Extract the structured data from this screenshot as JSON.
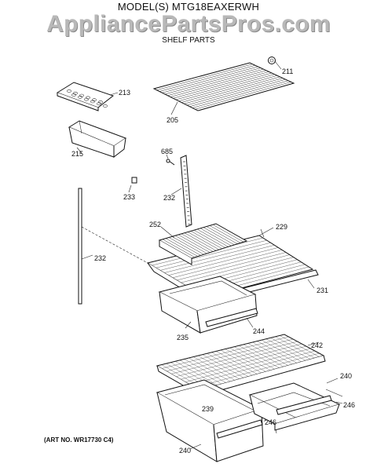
{
  "header": {
    "model": "MODEL(S) MTG18EAXERWH",
    "site": "AppliancePartsPros.com",
    "section": "SHELF PARTS"
  },
  "footer": {
    "art_no": "(ART NO. WR17730 C4)"
  },
  "parts": [
    {
      "id": "p211",
      "number": "211",
      "icon": "shelf-end-cap"
    },
    {
      "id": "p205",
      "number": "205",
      "icon": "wire-shelf"
    },
    {
      "id": "p213",
      "number": "213",
      "icon": "egg-tray"
    },
    {
      "id": "p215",
      "number": "215",
      "icon": "door-bin"
    },
    {
      "id": "p685",
      "number": "685",
      "icon": "screw"
    },
    {
      "id": "p232a",
      "number": "232",
      "icon": "shelf-support-rail"
    },
    {
      "id": "p233",
      "number": "233",
      "icon": "clip"
    },
    {
      "id": "p232b",
      "number": "232",
      "icon": "shelf-support-rail"
    },
    {
      "id": "p252",
      "number": "252",
      "icon": "snugger-shelf"
    },
    {
      "id": "p229",
      "number": "229",
      "icon": "adjustable-shelf"
    },
    {
      "id": "p231",
      "number": "231",
      "icon": "shelf-trim"
    },
    {
      "id": "p235",
      "number": "235",
      "icon": "meat-pan"
    },
    {
      "id": "p244",
      "number": "244",
      "icon": "pan-front"
    },
    {
      "id": "p242",
      "number": "242",
      "icon": "crisper-cover-shelf"
    },
    {
      "id": "p240a",
      "number": "240",
      "icon": "crisper-drawer"
    },
    {
      "id": "p246a",
      "number": "246",
      "icon": "drawer-front"
    },
    {
      "id": "p239",
      "number": "239",
      "icon": "crisper-cover-frame"
    },
    {
      "id": "p246b",
      "number": "246",
      "icon": "drawer-front"
    },
    {
      "id": "p240b",
      "number": "240",
      "icon": "crisper-drawer"
    }
  ]
}
